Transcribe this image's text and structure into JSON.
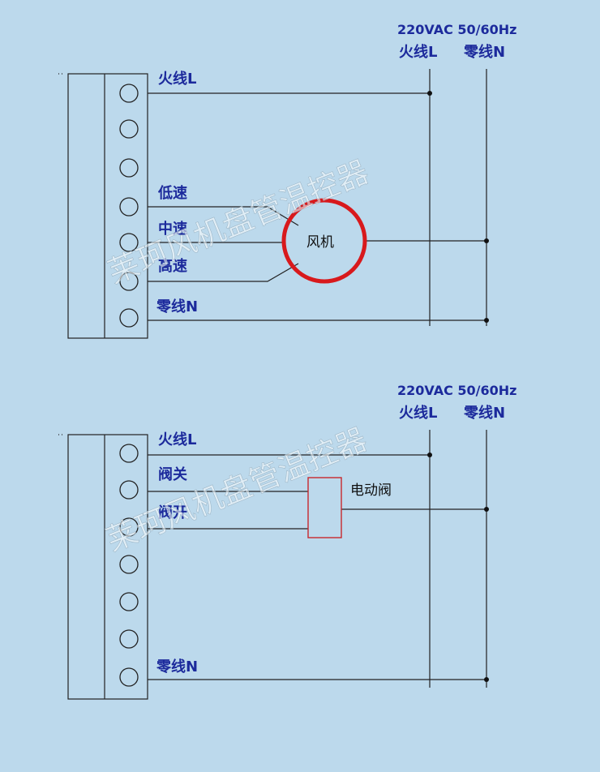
{
  "diagram1": {
    "supply": {
      "voltage": "220VAC 50/60Hz",
      "live": "火线L",
      "neutral": "零线N"
    },
    "labels": {
      "live": "火线L",
      "low_speed": "低速",
      "mid_speed": "中速",
      "high_speed": "高速",
      "neutral": "零线N"
    },
    "fan_label": "风机",
    "fan_color": "#d8191c",
    "watermark": "莱珂风机盘管温控器"
  },
  "diagram2": {
    "supply": {
      "voltage": "220VAC 50/60Hz",
      "live": "火线L",
      "neutral": "零线N"
    },
    "labels": {
      "live": "火线L",
      "valve_close": "阀关",
      "valve_open": "阀开",
      "neutral": "零线N"
    },
    "valve_label": "电动阀",
    "valve_color": "#c8282d",
    "watermark": "莱珂风机盘管温控器"
  }
}
